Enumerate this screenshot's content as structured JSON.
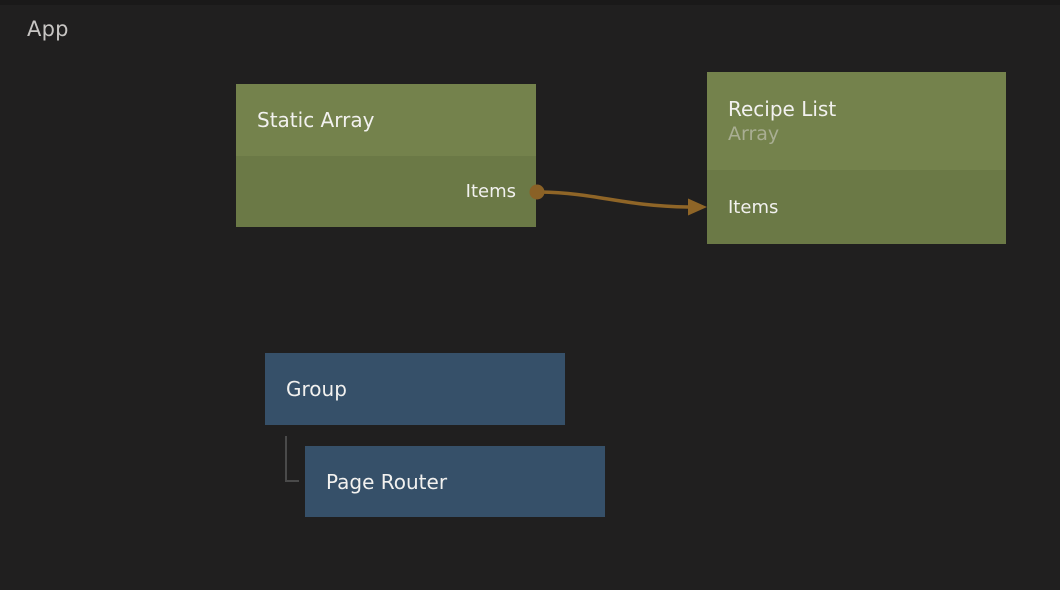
{
  "app": {
    "label": "App"
  },
  "colors": {
    "background": "#201f1f",
    "node_green_header": "#74824c",
    "node_green_body": "#6b7946",
    "node_blue": "#365069",
    "connection": "#8f6527",
    "connection_dot": "#8a6126",
    "hierarchy_line": "#4a4a4a",
    "title_text": "#f2f1ef",
    "subtitle_text": "#a9ae93"
  },
  "nodes": [
    {
      "id": "static-array",
      "title": "Static Array",
      "kind": "green",
      "output_port_label": "Items"
    },
    {
      "id": "recipe-list",
      "title": "Recipe List",
      "subtitle": "Array",
      "kind": "green",
      "input_port_label": "Items"
    },
    {
      "id": "group",
      "title": "Group",
      "kind": "blue"
    },
    {
      "id": "page-router",
      "title": "Page Router",
      "kind": "blue"
    }
  ],
  "connections": [
    {
      "from": "Static Array / Items",
      "to": "Recipe List / Items"
    }
  ],
  "hierarchy": [
    {
      "parent": "Group",
      "child": "Page Router"
    }
  ]
}
